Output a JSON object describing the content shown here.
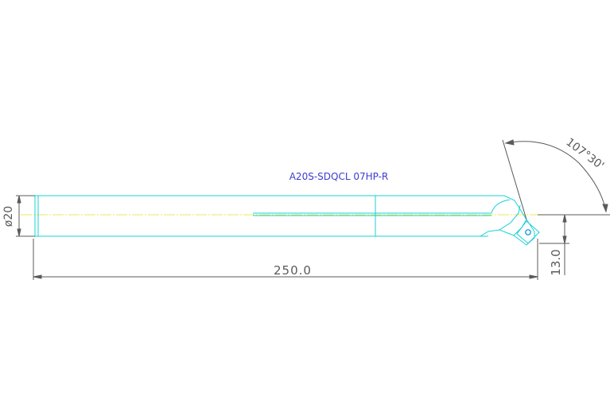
{
  "drawing": {
    "title": "A20S-SDQCL 07HP-R",
    "dimensions": {
      "length": "250.0",
      "diameter": "ø20",
      "offset": "13.0",
      "angle": "107°30'"
    }
  },
  "colors": {
    "outline": "#1ad1d6",
    "dimension": "#5a5a5a",
    "title": "#3b3bd6",
    "centerline": "#e8e85a",
    "insert_dot": "#1a9fe0"
  }
}
